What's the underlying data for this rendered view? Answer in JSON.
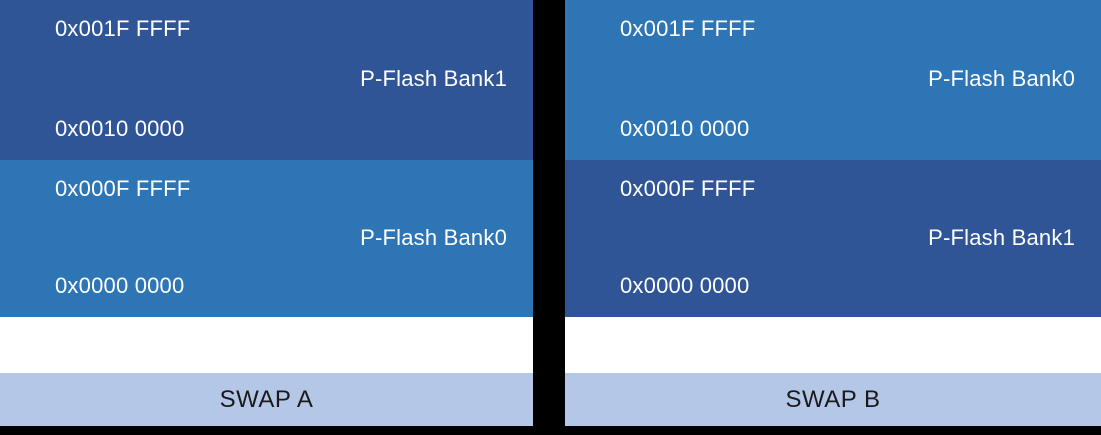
{
  "colors": {
    "bank_dark": "#2F5597",
    "bank_light": "#2E75B6",
    "swap_bar": "#B4C7E7",
    "divider": "#000000",
    "text_light": "#FFFFFF",
    "text_dark": "#1A1A1A"
  },
  "columns": [
    {
      "swap_label": "SWAP A",
      "blocks": [
        {
          "shade": "dark",
          "top_address": "0x001F FFFF",
          "bank_label": "P-Flash Bank1",
          "bottom_address": "0x0010 0000"
        },
        {
          "shade": "light",
          "top_address": "0x000F FFFF",
          "bank_label": "P-Flash Bank0",
          "bottom_address": "0x0000 0000"
        }
      ]
    },
    {
      "swap_label": "SWAP B",
      "blocks": [
        {
          "shade": "light",
          "top_address": "0x001F FFFF",
          "bank_label": "P-Flash Bank0",
          "bottom_address": "0x0010 0000"
        },
        {
          "shade": "dark",
          "top_address": "0x000F FFFF",
          "bank_label": "P-Flash Bank1",
          "bottom_address": "0x0000 0000"
        }
      ]
    }
  ]
}
